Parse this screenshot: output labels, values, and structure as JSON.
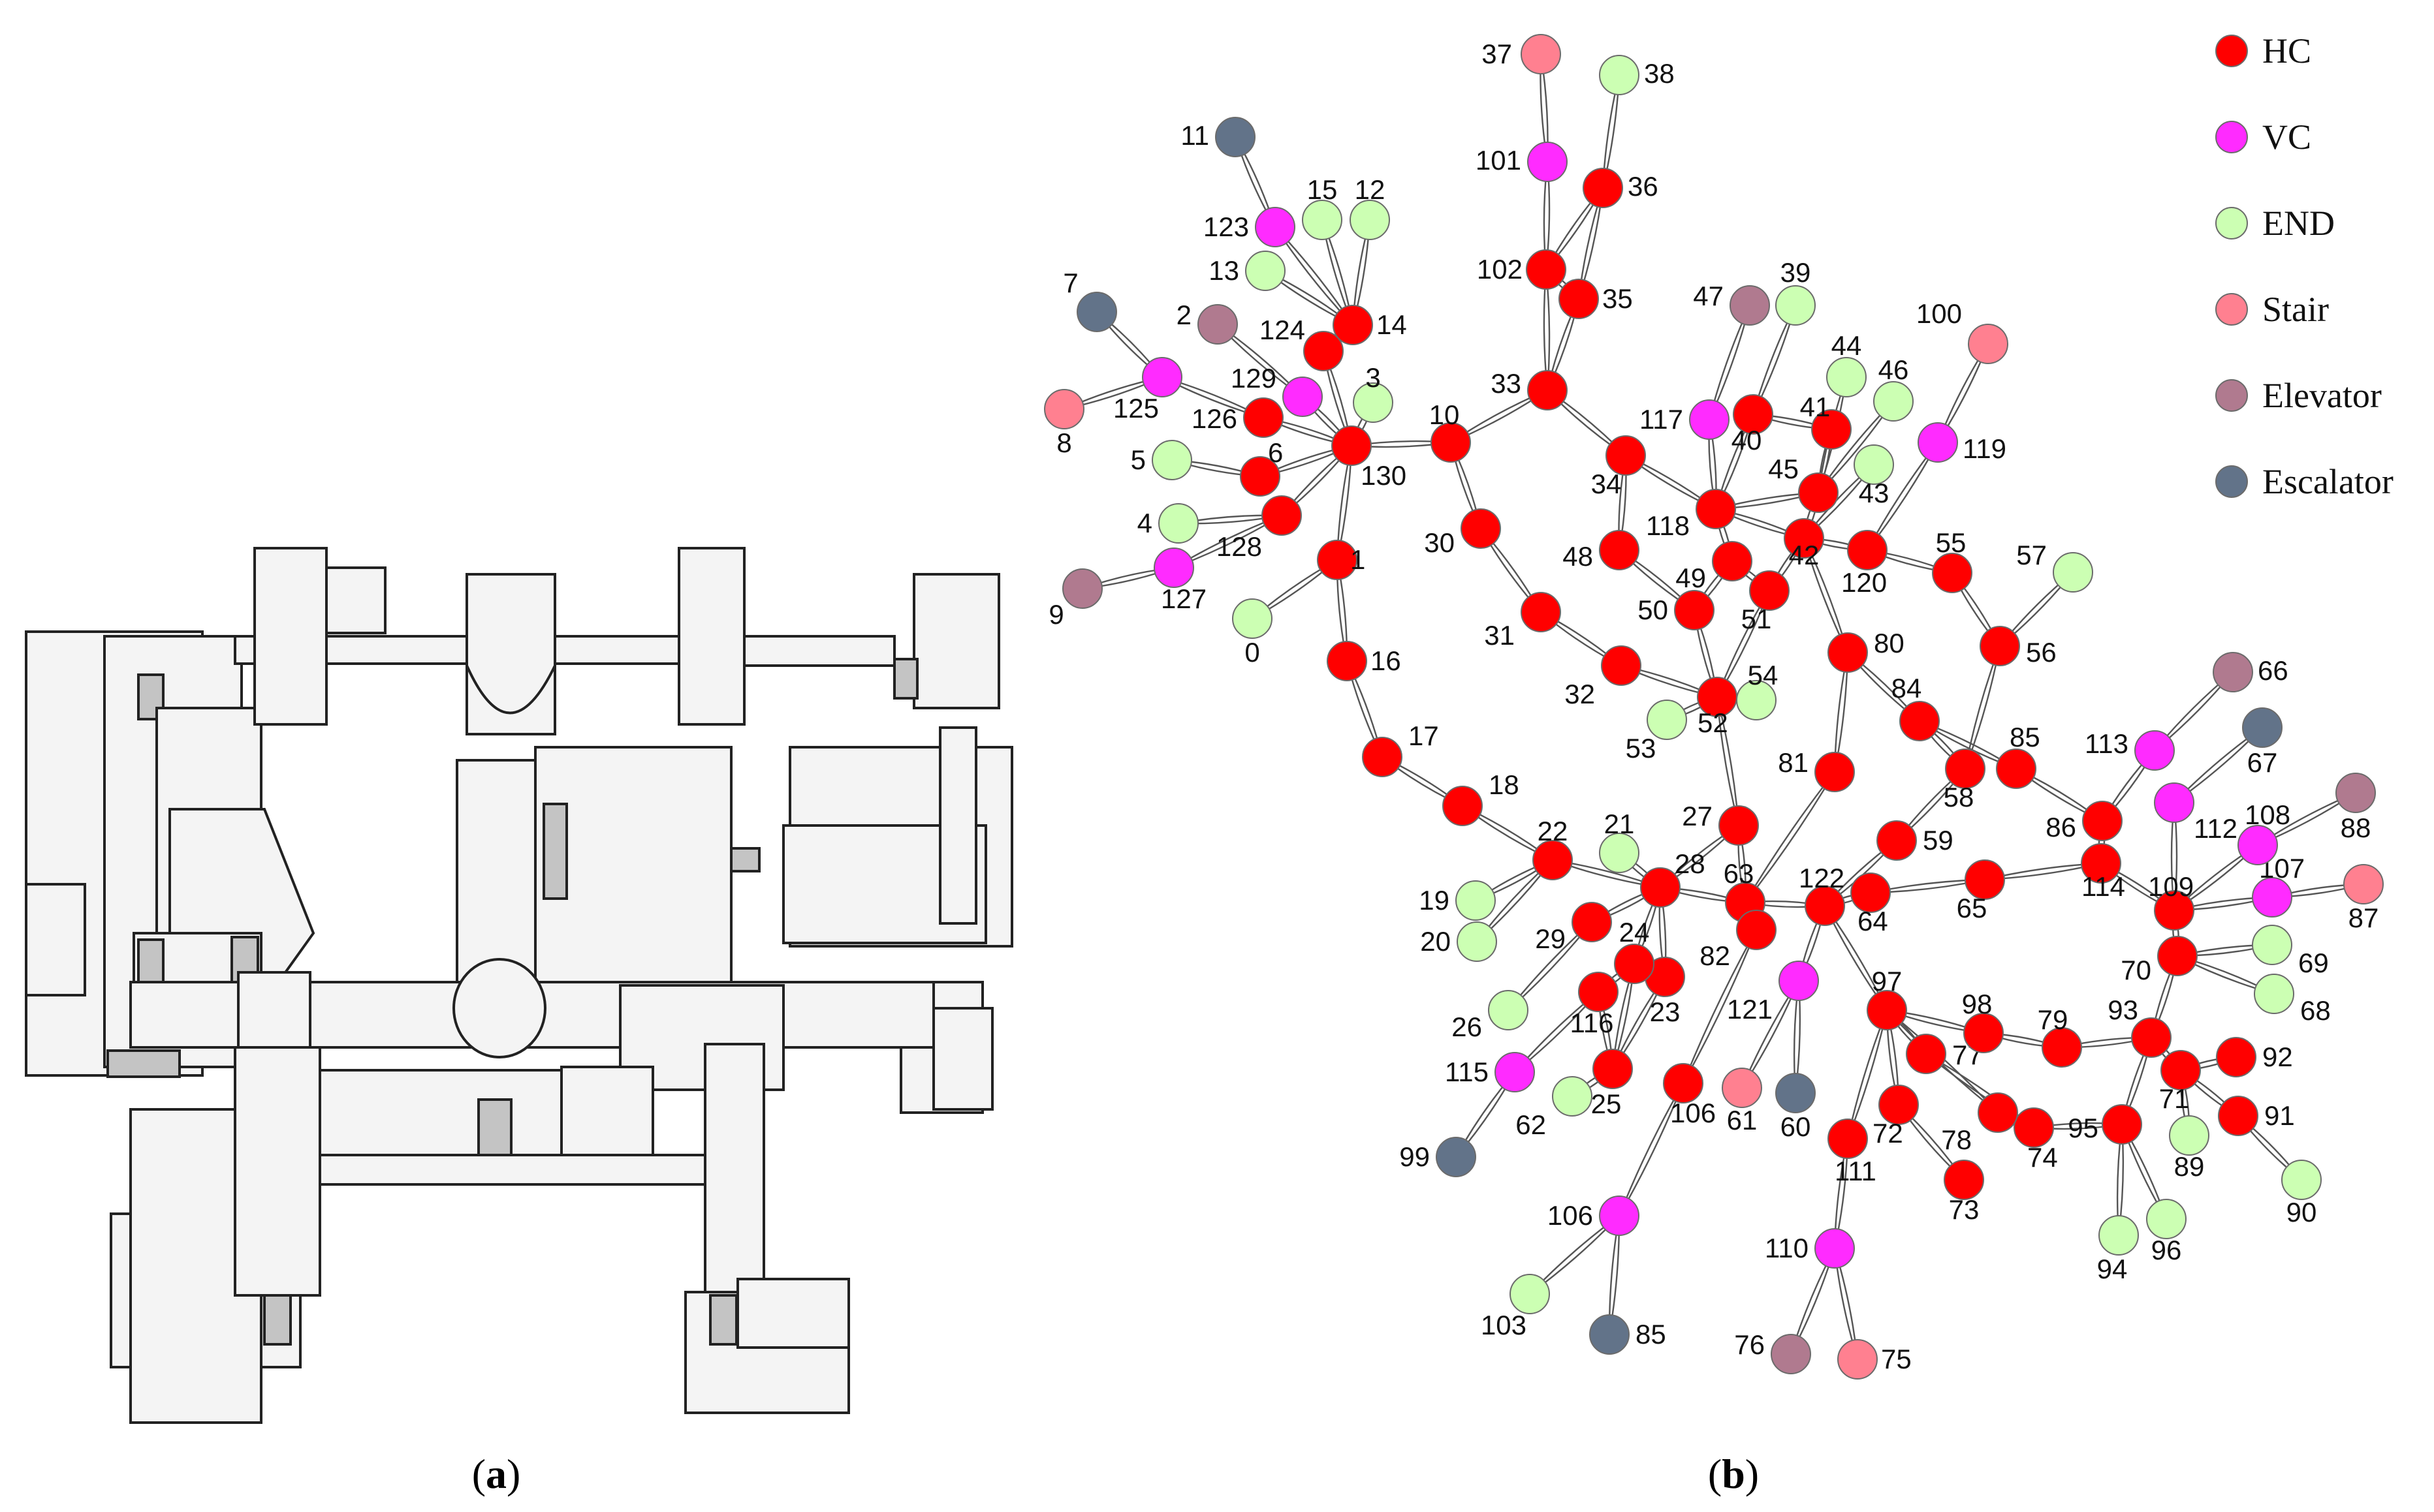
{
  "panel_a": {
    "caption_open": "(",
    "caption_letter": "a",
    "caption_close": ")"
  },
  "panel_b": {
    "caption_open": "(",
    "caption_letter": "b",
    "caption_close": ")"
  },
  "colors": {
    "HC": "#ff0000",
    "VC": "#ff2bff",
    "END": "#ccffb3",
    "Stair": "#ff8090",
    "Elevator": "#b07a8f",
    "Escalator": "#627389"
  },
  "legend": [
    {
      "type": "HC",
      "label": "HC"
    },
    {
      "type": "VC",
      "label": "VC"
    },
    {
      "type": "END",
      "label": "END"
    },
    {
      "type": "Stair",
      "label": "Stair"
    },
    {
      "type": "Elevator",
      "label": "Elevator"
    },
    {
      "type": "Escalator",
      "label": "Escalator"
    }
  ],
  "nodes": [
    {
      "id": "n1",
      "label": "1",
      "type": "HC"
    },
    {
      "id": "n6",
      "label": "6",
      "type": "HC"
    },
    {
      "id": "n10",
      "label": "10",
      "type": "HC"
    },
    {
      "id": "n14",
      "label": "14",
      "type": "HC"
    },
    {
      "id": "n16",
      "label": "16",
      "type": "HC"
    },
    {
      "id": "n17",
      "label": "17",
      "type": "HC"
    },
    {
      "id": "n18",
      "label": "18",
      "type": "HC"
    },
    {
      "id": "n22",
      "label": "22",
      "type": "HC"
    },
    {
      "id": "n23",
      "label": "23",
      "type": "HC"
    },
    {
      "id": "n24",
      "label": "24",
      "type": "HC"
    },
    {
      "id": "n25",
      "label": "25",
      "type": "HC"
    },
    {
      "id": "n27",
      "label": "27",
      "type": "HC"
    },
    {
      "id": "n28",
      "label": "28",
      "type": "HC"
    },
    {
      "id": "n29",
      "label": "29",
      "type": "HC"
    },
    {
      "id": "n30",
      "label": "30",
      "type": "HC"
    },
    {
      "id": "n31",
      "label": "31",
      "type": "HC"
    },
    {
      "id": "n32",
      "label": "32",
      "type": "HC"
    },
    {
      "id": "n33",
      "label": "33",
      "type": "HC"
    },
    {
      "id": "n34",
      "label": "34",
      "type": "HC"
    },
    {
      "id": "n35",
      "label": "35",
      "type": "HC"
    },
    {
      "id": "n36",
      "label": "36",
      "type": "HC"
    },
    {
      "id": "n40",
      "label": "40",
      "type": "HC"
    },
    {
      "id": "n41",
      "label": "41",
      "type": "HC"
    },
    {
      "id": "n42",
      "label": "42",
      "type": "HC"
    },
    {
      "id": "n45",
      "label": "45",
      "type": "HC"
    },
    {
      "id": "n48",
      "label": "48",
      "type": "HC"
    },
    {
      "id": "n49",
      "label": "49",
      "type": "HC"
    },
    {
      "id": "n50",
      "label": "50",
      "type": "HC"
    },
    {
      "id": "n51",
      "label": "51",
      "type": "HC"
    },
    {
      "id": "n52",
      "label": "52",
      "type": "HC"
    },
    {
      "id": "n55",
      "label": "55",
      "type": "HC"
    },
    {
      "id": "n56",
      "label": "56",
      "type": "HC"
    },
    {
      "id": "n58",
      "label": "58",
      "type": "HC"
    },
    {
      "id": "n59",
      "label": "59",
      "type": "HC"
    },
    {
      "id": "n63",
      "label": "63",
      "type": "HC"
    },
    {
      "id": "n64",
      "label": "64",
      "type": "HC"
    },
    {
      "id": "n65",
      "label": "65",
      "type": "HC"
    },
    {
      "id": "n70",
      "label": "70",
      "type": "HC"
    },
    {
      "id": "n71",
      "label": "71",
      "type": "HC"
    },
    {
      "id": "n72",
      "label": "72",
      "type": "HC"
    },
    {
      "id": "n73",
      "label": "73",
      "type": "HC"
    },
    {
      "id": "n74",
      "label": "74",
      "type": "HC"
    },
    {
      "id": "n77",
      "label": "77",
      "type": "HC"
    },
    {
      "id": "n78",
      "label": "78",
      "type": "HC"
    },
    {
      "id": "n79",
      "label": "79",
      "type": "HC"
    },
    {
      "id": "n80",
      "label": "80",
      "type": "HC"
    },
    {
      "id": "n81",
      "label": "81",
      "type": "HC"
    },
    {
      "id": "n82",
      "label": "82",
      "type": "HC"
    },
    {
      "id": "n84",
      "label": "84",
      "type": "HC"
    },
    {
      "id": "n85a",
      "label": "85",
      "type": "HC"
    },
    {
      "id": "n86",
      "label": "86",
      "type": "HC"
    },
    {
      "id": "n91",
      "label": "91",
      "type": "HC"
    },
    {
      "id": "n92",
      "label": "92",
      "type": "HC"
    },
    {
      "id": "n93",
      "label": "93",
      "type": "HC"
    },
    {
      "id": "n95",
      "label": "95",
      "type": "HC"
    },
    {
      "id": "n97",
      "label": "97",
      "type": "HC"
    },
    {
      "id": "n98",
      "label": "98",
      "type": "HC"
    },
    {
      "id": "n102",
      "label": "102",
      "type": "HC"
    },
    {
      "id": "n106a",
      "label": "106",
      "type": "HC"
    },
    {
      "id": "n109",
      "label": "109",
      "type": "HC"
    },
    {
      "id": "n111",
      "label": "111",
      "type": "HC"
    },
    {
      "id": "n114",
      "label": "114",
      "type": "HC"
    },
    {
      "id": "n116",
      "label": "116",
      "type": "HC"
    },
    {
      "id": "n118",
      "label": "118",
      "type": "HC"
    },
    {
      "id": "n120",
      "label": "120",
      "type": "HC"
    },
    {
      "id": "n122",
      "label": "122",
      "type": "HC"
    },
    {
      "id": "n124",
      "label": "124",
      "type": "HC"
    },
    {
      "id": "n126",
      "label": "126",
      "type": "HC"
    },
    {
      "id": "n128",
      "label": "128",
      "type": "HC"
    },
    {
      "id": "n130",
      "label": "130",
      "type": "HC"
    },
    {
      "id": "n101",
      "label": "101",
      "type": "VC"
    },
    {
      "id": "n106b",
      "label": "106",
      "type": "VC"
    },
    {
      "id": "n107",
      "label": "107",
      "type": "VC"
    },
    {
      "id": "n108",
      "label": "108",
      "type": "VC"
    },
    {
      "id": "n110",
      "label": "110",
      "type": "VC"
    },
    {
      "id": "n112",
      "label": "112",
      "type": "VC"
    },
    {
      "id": "n113",
      "label": "113",
      "type": "VC"
    },
    {
      "id": "n115",
      "label": "115",
      "type": "VC"
    },
    {
      "id": "n117",
      "label": "117",
      "type": "VC"
    },
    {
      "id": "n119",
      "label": "119",
      "type": "VC"
    },
    {
      "id": "n121",
      "label": "121",
      "type": "VC"
    },
    {
      "id": "n123",
      "label": "123",
      "type": "VC"
    },
    {
      "id": "n125",
      "label": "125",
      "type": "VC"
    },
    {
      "id": "n127",
      "label": "127",
      "type": "VC"
    },
    {
      "id": "n129",
      "label": "129",
      "type": "VC"
    },
    {
      "id": "n0",
      "label": "0",
      "type": "END"
    },
    {
      "id": "n3",
      "label": "3",
      "type": "END"
    },
    {
      "id": "n4",
      "label": "4",
      "type": "END"
    },
    {
      "id": "n5",
      "label": "5",
      "type": "END"
    },
    {
      "id": "n12",
      "label": "12",
      "type": "END"
    },
    {
      "id": "n13",
      "label": "13",
      "type": "END"
    },
    {
      "id": "n15",
      "label": "15",
      "type": "END"
    },
    {
      "id": "n19",
      "label": "19",
      "type": "END"
    },
    {
      "id": "n20",
      "label": "20",
      "type": "END"
    },
    {
      "id": "n21",
      "label": "21",
      "type": "END"
    },
    {
      "id": "n26",
      "label": "26",
      "type": "END"
    },
    {
      "id": "n38",
      "label": "38",
      "type": "END"
    },
    {
      "id": "n39",
      "label": "39",
      "type": "END"
    },
    {
      "id": "n43",
      "label": "43",
      "type": "END"
    },
    {
      "id": "n44",
      "label": "44",
      "type": "END"
    },
    {
      "id": "n46",
      "label": "46",
      "type": "END"
    },
    {
      "id": "n53",
      "label": "53",
      "type": "END"
    },
    {
      "id": "n54",
      "label": "54",
      "type": "END"
    },
    {
      "id": "n57",
      "label": "57",
      "type": "END"
    },
    {
      "id": "n62",
      "label": "62",
      "type": "END"
    },
    {
      "id": "n68",
      "label": "68",
      "type": "END"
    },
    {
      "id": "n69",
      "label": "69",
      "type": "END"
    },
    {
      "id": "n89",
      "label": "89",
      "type": "END"
    },
    {
      "id": "n90",
      "label": "90",
      "type": "END"
    },
    {
      "id": "n94",
      "label": "94",
      "type": "END"
    },
    {
      "id": "n96",
      "label": "96",
      "type": "END"
    },
    {
      "id": "n103",
      "label": "103",
      "type": "END"
    },
    {
      "id": "n8",
      "label": "8",
      "type": "Stair"
    },
    {
      "id": "n37",
      "label": "37",
      "type": "Stair"
    },
    {
      "id": "n61",
      "label": "61",
      "type": "Stair"
    },
    {
      "id": "n75",
      "label": "75",
      "type": "Stair"
    },
    {
      "id": "n87",
      "label": "87",
      "type": "Stair"
    },
    {
      "id": "n100",
      "label": "100",
      "type": "Stair"
    },
    {
      "id": "n2",
      "label": "2",
      "type": "Elevator"
    },
    {
      "id": "n9",
      "label": "9",
      "type": "Elevator"
    },
    {
      "id": "n47",
      "label": "47",
      "type": "Elevator"
    },
    {
      "id": "n66",
      "label": "66",
      "type": "Elevator"
    },
    {
      "id": "n76",
      "label": "76",
      "type": "Elevator"
    },
    {
      "id": "n88",
      "label": "88",
      "type": "Elevator"
    },
    {
      "id": "n7",
      "label": "7",
      "type": "Escalator"
    },
    {
      "id": "n11",
      "label": "11",
      "type": "Escalator"
    },
    {
      "id": "n60",
      "label": "60",
      "type": "Escalator"
    },
    {
      "id": "n67",
      "label": "67",
      "type": "Escalator"
    },
    {
      "id": "n85b",
      "label": "85",
      "type": "Escalator"
    },
    {
      "id": "n99",
      "label": "99",
      "type": "Escalator"
    }
  ],
  "edges": [
    [
      "n11",
      "n123"
    ],
    [
      "n123",
      "n14"
    ],
    [
      "n15",
      "n14"
    ],
    [
      "n12",
      "n14"
    ],
    [
      "n13",
      "n14"
    ],
    [
      "n14",
      "n124"
    ],
    [
      "n124",
      "n130"
    ],
    [
      "n7",
      "n125"
    ],
    [
      "n125",
      "n126"
    ],
    [
      "n126",
      "n130"
    ],
    [
      "n8",
      "n125"
    ],
    [
      "n2",
      "n129"
    ],
    [
      "n129",
      "n130"
    ],
    [
      "n3",
      "n130"
    ],
    [
      "n5",
      "n6"
    ],
    [
      "n6",
      "n130"
    ],
    [
      "n4",
      "n128"
    ],
    [
      "n128",
      "n130"
    ],
    [
      "n127",
      "n128"
    ],
    [
      "n9",
      "n127"
    ],
    [
      "n1",
      "n130"
    ],
    [
      "n0",
      "n1"
    ],
    [
      "n1",
      "n16"
    ],
    [
      "n16",
      "n17"
    ],
    [
      "n17",
      "n18"
    ],
    [
      "n18",
      "n22"
    ],
    [
      "n19",
      "n22"
    ],
    [
      "n20",
      "n22"
    ],
    [
      "n21",
      "n28"
    ],
    [
      "n22",
      "n28"
    ],
    [
      "n10",
      "n130"
    ],
    [
      "n10",
      "n33"
    ],
    [
      "n10",
      "n30"
    ],
    [
      "n30",
      "n31"
    ],
    [
      "n31",
      "n32"
    ],
    [
      "n32",
      "n52"
    ],
    [
      "n37",
      "n101"
    ],
    [
      "n38",
      "n36"
    ],
    [
      "n101",
      "n102"
    ],
    [
      "n36",
      "n102"
    ],
    [
      "n102",
      "n35"
    ],
    [
      "n36",
      "n35"
    ],
    [
      "n35",
      "n33"
    ],
    [
      "n102",
      "n33"
    ],
    [
      "n33",
      "n34"
    ],
    [
      "n34",
      "n118"
    ],
    [
      "n34",
      "n48"
    ],
    [
      "n48",
      "n50"
    ],
    [
      "n50",
      "n52"
    ],
    [
      "n49",
      "n51"
    ],
    [
      "n49",
      "n50"
    ],
    [
      "n118",
      "n49"
    ],
    [
      "n118",
      "n42"
    ],
    [
      "n118",
      "n45"
    ],
    [
      "n118",
      "n40"
    ],
    [
      "n40",
      "n41"
    ],
    [
      "n41",
      "n45"
    ],
    [
      "n47",
      "n117"
    ],
    [
      "n39",
      "n40"
    ],
    [
      "n117",
      "n118"
    ],
    [
      "n44",
      "n45"
    ],
    [
      "n46",
      "n45"
    ],
    [
      "n43",
      "n42"
    ],
    [
      "n45",
      "n42"
    ],
    [
      "n42",
      "n51"
    ],
    [
      "n51",
      "n52"
    ],
    [
      "n53",
      "n52"
    ],
    [
      "n54",
      "n52"
    ],
    [
      "n42",
      "n120"
    ],
    [
      "n120",
      "n55"
    ],
    [
      "n119",
      "n120"
    ],
    [
      "n100",
      "n119"
    ],
    [
      "n55",
      "n56"
    ],
    [
      "n57",
      "n56"
    ],
    [
      "n56",
      "n58"
    ],
    [
      "n42",
      "n80"
    ],
    [
      "n80",
      "n84"
    ],
    [
      "n80",
      "n81"
    ],
    [
      "n84",
      "n85a"
    ],
    [
      "n84",
      "n58"
    ],
    [
      "n58",
      "n59"
    ],
    [
      "n81",
      "n63"
    ],
    [
      "n59",
      "n122"
    ],
    [
      "n52",
      "n27"
    ],
    [
      "n27",
      "n63"
    ],
    [
      "n28",
      "n63"
    ],
    [
      "n63",
      "n122"
    ],
    [
      "n122",
      "n64"
    ],
    [
      "n64",
      "n65"
    ],
    [
      "n65",
      "n114"
    ],
    [
      "n86",
      "n114"
    ],
    [
      "n85a",
      "n86"
    ],
    [
      "n113",
      "n86"
    ],
    [
      "n66",
      "n113"
    ],
    [
      "n67",
      "n112"
    ],
    [
      "n112",
      "n109"
    ],
    [
      "n114",
      "n109"
    ],
    [
      "n108",
      "n109"
    ],
    [
      "n88",
      "n108"
    ],
    [
      "n107",
      "n109"
    ],
    [
      "n87",
      "n107"
    ],
    [
      "n109",
      "n70"
    ],
    [
      "n69",
      "n70"
    ],
    [
      "n68",
      "n70"
    ],
    [
      "n70",
      "n93"
    ],
    [
      "n93",
      "n71"
    ],
    [
      "n71",
      "n92"
    ],
    [
      "n71",
      "n91"
    ],
    [
      "n90",
      "n91"
    ],
    [
      "n89",
      "n71"
    ],
    [
      "n93",
      "n95"
    ],
    [
      "n95",
      "n94"
    ],
    [
      "n95",
      "n96"
    ],
    [
      "n95",
      "n74"
    ],
    [
      "n93",
      "n79"
    ],
    [
      "n79",
      "n98"
    ],
    [
      "n98",
      "n97"
    ],
    [
      "n97",
      "n77"
    ],
    [
      "n77",
      "n74"
    ],
    [
      "n74",
      "n78"
    ],
    [
      "n78",
      "n97"
    ],
    [
      "n97",
      "n72"
    ],
    [
      "n72",
      "n73"
    ],
    [
      "n97",
      "n111"
    ],
    [
      "n111",
      "n110"
    ],
    [
      "n110",
      "n76"
    ],
    [
      "n110",
      "n75"
    ],
    [
      "n122",
      "n97"
    ],
    [
      "n122",
      "n121"
    ],
    [
      "n121",
      "n61"
    ],
    [
      "n121",
      "n60"
    ],
    [
      "n63",
      "n82"
    ],
    [
      "n82",
      "n106a"
    ],
    [
      "n106a",
      "n106b"
    ],
    [
      "n106b",
      "n103"
    ],
    [
      "n106b",
      "n85b"
    ],
    [
      "n28",
      "n29"
    ],
    [
      "n29",
      "n26"
    ],
    [
      "n28",
      "n24"
    ],
    [
      "n28",
      "n23"
    ],
    [
      "n24",
      "n116"
    ],
    [
      "n116",
      "n115"
    ],
    [
      "n115",
      "n99"
    ],
    [
      "n116",
      "n25"
    ],
    [
      "n23",
      "n25"
    ],
    [
      "n25",
      "n62"
    ],
    [
      "n24",
      "n25"
    ],
    [
      "n28",
      "n27"
    ]
  ]
}
